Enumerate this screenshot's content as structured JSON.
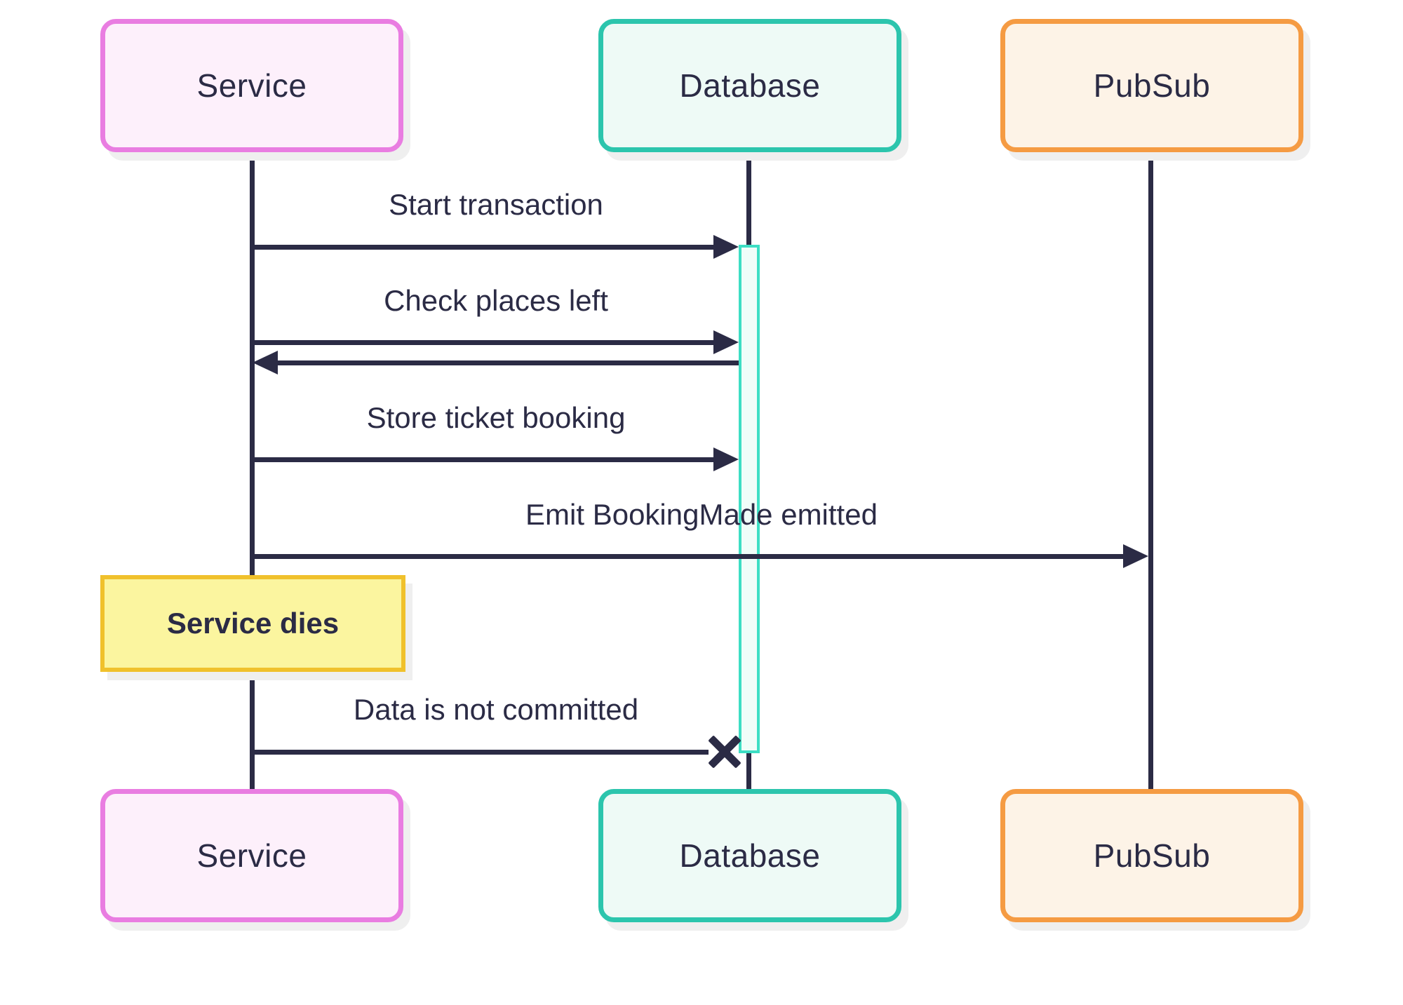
{
  "diagram": {
    "type": "sequence-diagram",
    "actors": [
      {
        "id": "service",
        "label": "Service",
        "fill": "#fdf0fb",
        "border": "#e97de1"
      },
      {
        "id": "database",
        "label": "Database",
        "fill": "#eefaf6",
        "border": "#2cc5ad"
      },
      {
        "id": "pubsub",
        "label": "PubSub",
        "fill": "#fdf3e7",
        "border": "#f59b43"
      }
    ],
    "messages": [
      {
        "text": "Start transaction",
        "from": "Service",
        "to": "Database",
        "arrow": "solid-right"
      },
      {
        "text": "Check places left",
        "from": "Service",
        "to": "Database",
        "arrow": "solid-right",
        "response": "unlabeled solid arrow back to Service"
      },
      {
        "text": "Store ticket booking",
        "from": "Service",
        "to": "Database",
        "arrow": "solid-right"
      },
      {
        "text": "Emit BookingMade emitted",
        "from": "Service",
        "to": "PubSub",
        "arrow": "solid-right"
      },
      {
        "text": "Data is not committed",
        "from": "Service",
        "to": "Database",
        "arrow": "solid-x-terminated"
      }
    ],
    "note": {
      "text": "Service dies",
      "over": "Service",
      "fill": "#fbf59f",
      "border": "#f0c12c"
    },
    "activation": {
      "actor": "Database",
      "fill": "#f0fdf9",
      "border": "#3ddec4"
    },
    "colors": {
      "ink": "#2b2b45",
      "background": "#ffffff",
      "shadow": "#efefef"
    }
  }
}
